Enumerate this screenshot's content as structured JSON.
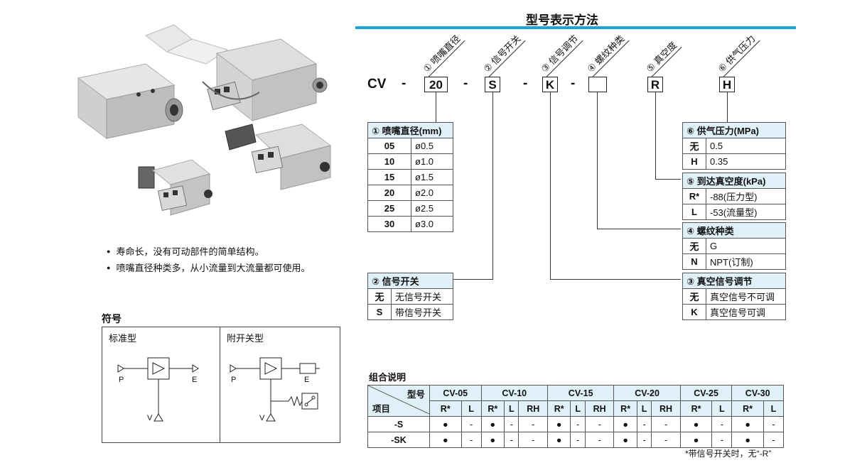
{
  "title": "型号表示方法",
  "code": {
    "prefix": "CV",
    "dash": "-",
    "boxes": [
      "20",
      "S",
      "K",
      "",
      "R",
      "H"
    ],
    "labels": [
      "① 喷嘴直径",
      "② 信号开关",
      "③ 信号调节",
      "④ 螺纹种类",
      "⑤ 真空度",
      "⑥ 供气压力"
    ]
  },
  "nozzle": {
    "header": "① 喷嘴直径(mm)",
    "rows": [
      [
        "05",
        "ø0.5"
      ],
      [
        "10",
        "ø1.0"
      ],
      [
        "15",
        "ø1.5"
      ],
      [
        "20",
        "ø2.0"
      ],
      [
        "25",
        "ø2.5"
      ],
      [
        "30",
        "ø3.0"
      ]
    ]
  },
  "switch": {
    "header": "② 信号开关",
    "rows": [
      [
        "无",
        "无信号开关"
      ],
      [
        "S",
        "带信号开关"
      ]
    ]
  },
  "pressure": {
    "header": "⑥ 供气压力(MPa)",
    "rows": [
      [
        "无",
        "0.5"
      ],
      [
        "H",
        "0.35"
      ]
    ]
  },
  "vacuum": {
    "header": "⑤ 到达真空度(kPa)",
    "rows": [
      [
        "R*",
        "-88(压力型)"
      ],
      [
        "L",
        "-53(流量型)"
      ]
    ]
  },
  "thread": {
    "header": "④ 螺纹种类",
    "rows": [
      [
        "无",
        "G"
      ],
      [
        "N",
        "NPT(订制)"
      ]
    ]
  },
  "adjust": {
    "header": "③ 真空信号调节",
    "rows": [
      [
        "无",
        "真空信号不可调"
      ],
      [
        "K",
        "真空信号可调"
      ]
    ]
  },
  "bullets": [
    "寿命长，没有可动部件的简单结构。",
    "喷嘴直径种类多，从小流量到大流量都可使用。"
  ],
  "symbol": {
    "title": "符号",
    "standard": "标准型",
    "with_switch": "附开关型",
    "P": "P",
    "E": "E",
    "V": "V"
  },
  "combo": {
    "title": "组合说明",
    "corner_top": "型号",
    "corner_bottom": "项目",
    "models": [
      {
        "name": "CV-05",
        "cols": [
          "R*",
          "L"
        ]
      },
      {
        "name": "CV-10",
        "cols": [
          "R*",
          "L",
          "RH"
        ]
      },
      {
        "name": "CV-15",
        "cols": [
          "R*",
          "L",
          "RH"
        ]
      },
      {
        "name": "CV-20",
        "cols": [
          "R*",
          "L",
          "RH"
        ]
      },
      {
        "name": "CV-25",
        "cols": [
          "R*",
          "L"
        ]
      },
      {
        "name": "CV-30",
        "cols": [
          "R*",
          "L"
        ]
      }
    ],
    "rows": [
      {
        "label": "-S",
        "vals": [
          "●",
          "-",
          "●",
          "-",
          "-",
          "●",
          "-",
          "-",
          "●",
          "-",
          "-",
          "●",
          "-",
          "●",
          "-"
        ]
      },
      {
        "label": "-SK",
        "vals": [
          "●",
          "-",
          "●",
          "-",
          "-",
          "●",
          "-",
          "-",
          "●",
          "-",
          "-",
          "●",
          "-",
          "●",
          "-"
        ]
      }
    ],
    "note": "*带信号开关时，无“-R”"
  }
}
